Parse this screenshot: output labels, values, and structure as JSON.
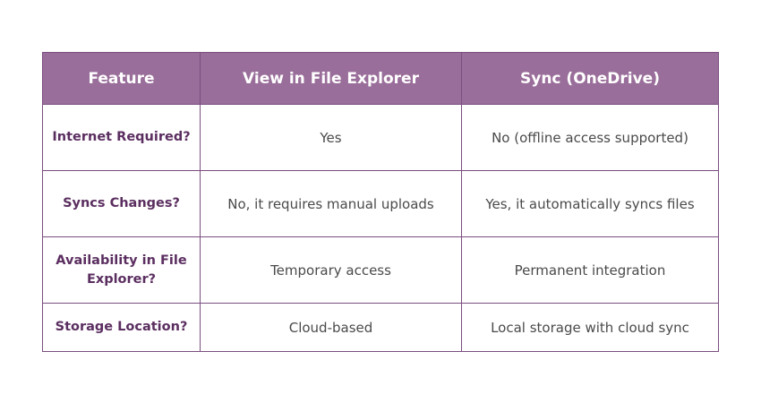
{
  "table": {
    "headers": [
      "Feature",
      "View in File Explorer",
      "Sync (OneDrive)"
    ],
    "rows": [
      {
        "feature": "Internet Required?",
        "view": "Yes",
        "sync": "No (offline access supported)"
      },
      {
        "feature": "Syncs Changes?",
        "view": "No, it requires manual uploads",
        "sync": "Yes, it automatically syncs files"
      },
      {
        "feature": "Availability in File Explorer?",
        "view": "Temporary access",
        "sync": "Permanent integration"
      },
      {
        "feature": "Storage Location?",
        "view": "Cloud-based",
        "sync": "Local storage with cloud sync"
      }
    ]
  },
  "colors": {
    "header_bg": "#9a6e9a",
    "header_text": "#ffffff",
    "border": "#7a4e7f",
    "feature_text": "#5b2e60",
    "cell_text": "#4a4a4a"
  }
}
